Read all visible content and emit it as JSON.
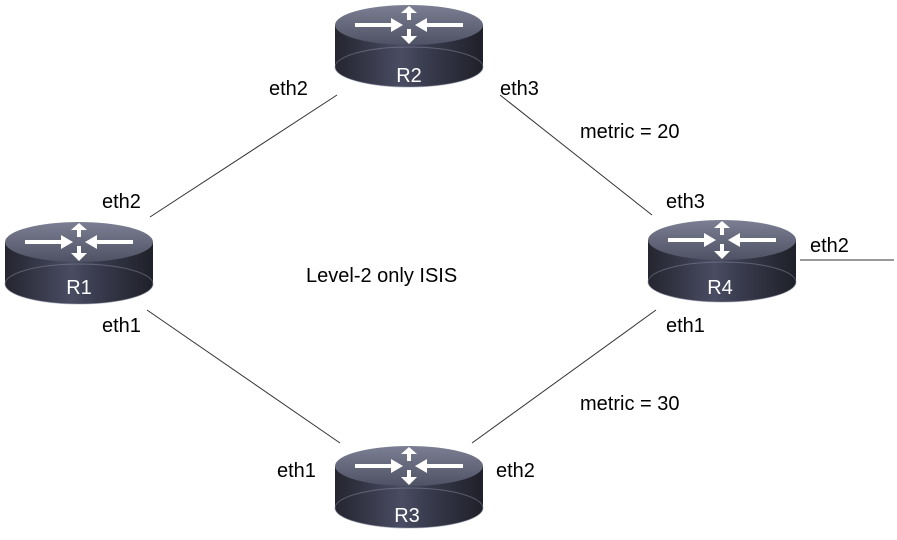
{
  "diagram": {
    "title": "Level-2 only ISIS",
    "routers": [
      {
        "id": "R1",
        "label": "R1"
      },
      {
        "id": "R2",
        "label": "R2"
      },
      {
        "id": "R3",
        "label": "R3"
      },
      {
        "id": "R4",
        "label": "R4"
      }
    ],
    "links": [
      {
        "from": "R1",
        "from_if": "eth2",
        "to": "R2",
        "to_if": "eth2",
        "metric": null
      },
      {
        "from": "R2",
        "from_if": "eth3",
        "to": "R4",
        "to_if": "eth3",
        "metric": "metric = 20"
      },
      {
        "from": "R1",
        "from_if": "eth1",
        "to": "R3",
        "to_if": "eth1",
        "metric": null
      },
      {
        "from": "R3",
        "from_if": "eth2",
        "to": "R4",
        "to_if": "eth1",
        "metric": "metric = 30"
      },
      {
        "from": "R4",
        "from_if": "eth2",
        "to": null,
        "to_if": null,
        "metric": null
      }
    ],
    "labels": {
      "r2_eth2": "eth2",
      "r2_eth3": "eth3",
      "r1_eth2": "eth2",
      "r1_eth1": "eth1",
      "r4_eth3": "eth3",
      "r4_eth2": "eth2",
      "r4_eth1": "eth1",
      "r3_eth1": "eth1",
      "r3_eth2": "eth2",
      "metric_r2_r4": "metric = 20",
      "metric_r3_r4": "metric = 30"
    },
    "colors": {
      "router_top": "#5d6072",
      "router_body": "#2e2f3d",
      "link": "#333333"
    }
  }
}
